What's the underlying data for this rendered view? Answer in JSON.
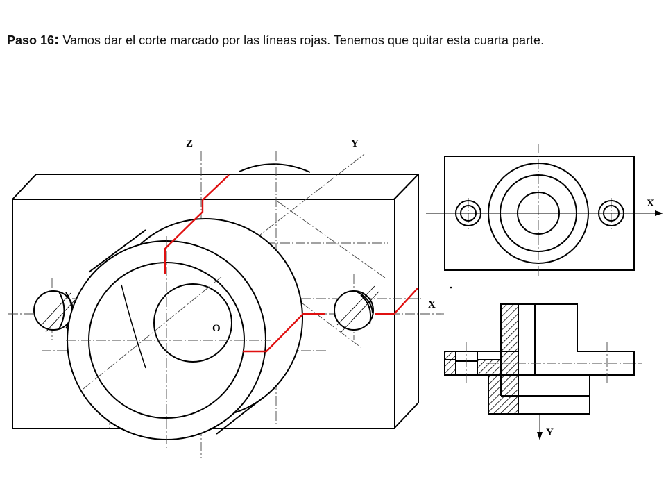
{
  "caption": {
    "step": "Paso 16",
    "colon": ":",
    "text": " Vamos dar el corte marcado por las líneas rojas. Tenemos que quitar esta cuarta parte."
  },
  "axes": {
    "z": "Z",
    "y": "Y",
    "x": "X",
    "origin": "O",
    "top_view_x": "X",
    "section_view_y": "Y"
  },
  "colors": {
    "line": "#000000",
    "cut": "#e01010",
    "center_line": "#555555"
  }
}
